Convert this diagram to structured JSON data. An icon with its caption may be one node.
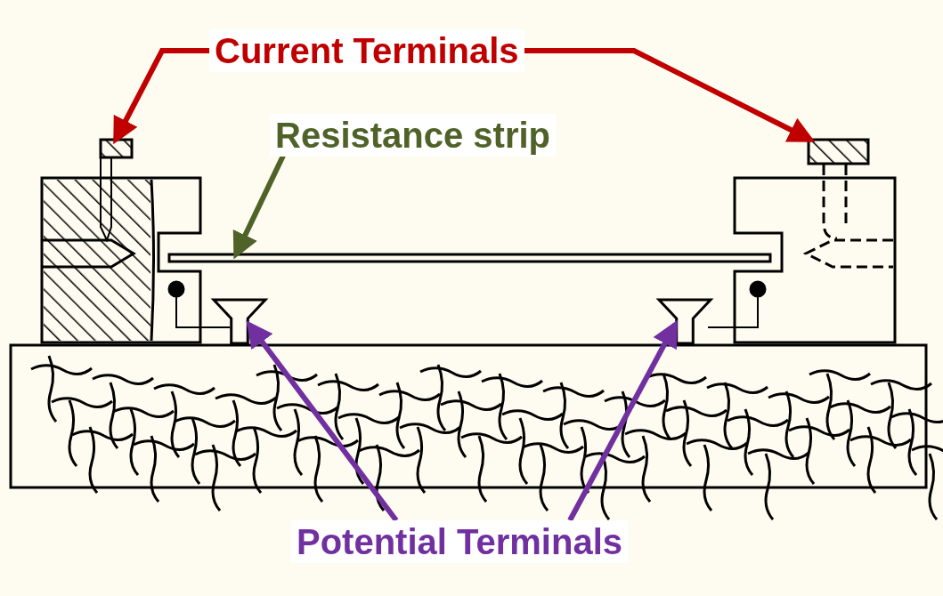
{
  "diagram": {
    "nodes": [
      {
        "text": [
          "Current Terminals"
        ]
      },
      {
        "text": [
          "Resistance strip"
        ]
      },
      {
        "text": [
          "Potential Terminals"
        ]
      },
      {
        "text": [],
        "shape": "box"
      },
      {
        "text": [],
        "shape": "box"
      },
      {
        "text": [],
        "shape": "bar"
      },
      {
        "text": [],
        "shape": "picture"
      },
      {
        "text": [],
        "shape": "picture"
      }
    ],
    "edges": [
      {
        "from": 0,
        "to": 3,
        "arrow": "to",
        "color": "#c00000"
      },
      {
        "from": 0,
        "to": 4,
        "arrow": "to",
        "color": "#c00000"
      },
      {
        "from": 1,
        "to": 5,
        "arrow": "to",
        "color": "#4f6228"
      },
      {
        "from": 2,
        "to": 6,
        "arrow": "to",
        "color": "#7030a0"
      },
      {
        "from": 2,
        "to": 7,
        "arrow": "to",
        "color": "#7030a0"
      }
    ]
  }
}
